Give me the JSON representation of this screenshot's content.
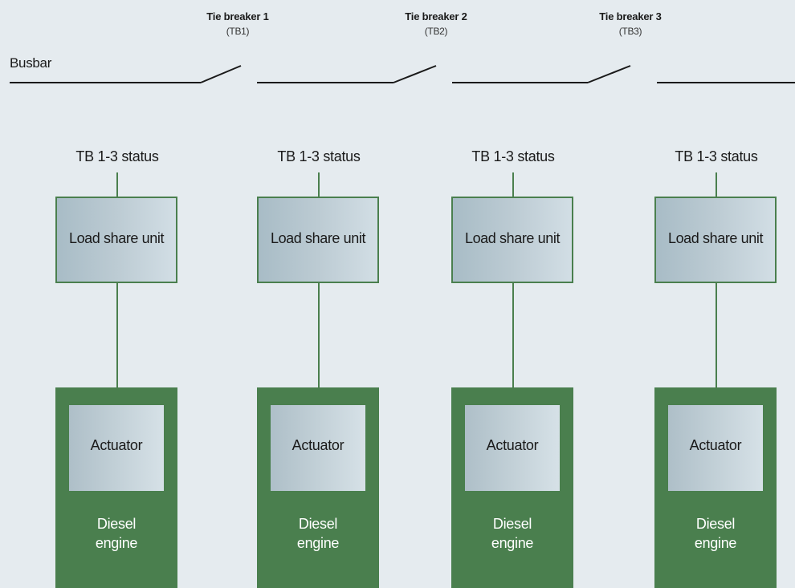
{
  "busbar": {
    "label": "Busbar"
  },
  "tie_breakers": [
    {
      "name": "Tie breaker 1",
      "code": "(TB1)"
    },
    {
      "name": "Tie breaker 2",
      "code": "(TB2)"
    },
    {
      "name": "Tie breaker 3",
      "code": "(TB3)"
    }
  ],
  "units": [
    {
      "status": "TB 1-3 status",
      "load_share": "Load share unit",
      "actuator": "Actuator",
      "engine_line1": "Diesel",
      "engine_line2": "engine"
    },
    {
      "status": "TB 1-3 status",
      "load_share": "Load share unit",
      "actuator": "Actuator",
      "engine_line1": "Diesel",
      "engine_line2": "engine"
    },
    {
      "status": "TB 1-3 status",
      "load_share": "Load share unit",
      "actuator": "Actuator",
      "engine_line1": "Diesel",
      "engine_line2": "engine"
    },
    {
      "status": "TB 1-3 status",
      "load_share": "Load share unit",
      "actuator": "Actuator",
      "engine_line1": "Diesel",
      "engine_line2": "engine"
    }
  ],
  "colors": {
    "background": "#e5ebef",
    "green": "#4a7f4e",
    "box_fill": "#bccbd3"
  }
}
